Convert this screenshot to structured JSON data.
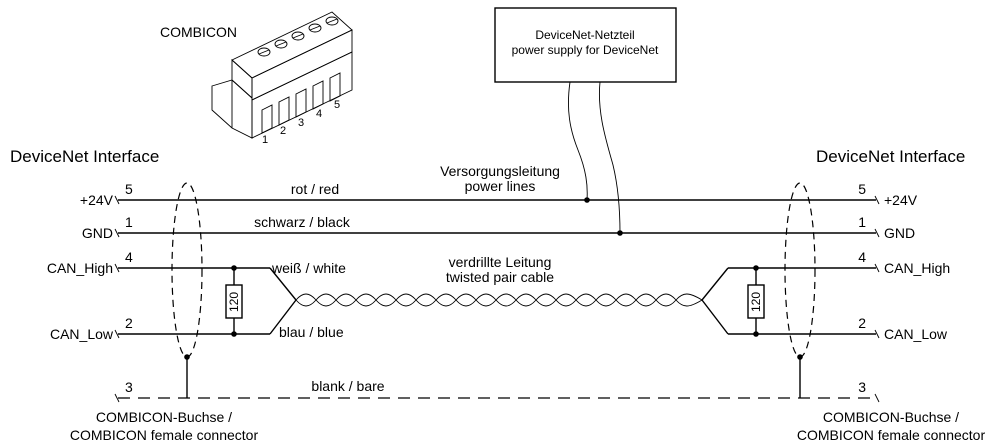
{
  "connector_picture": {
    "label": "COMBICON",
    "pin_numbers": [
      "1",
      "2",
      "3",
      "4",
      "5"
    ]
  },
  "power_supply": {
    "line1": "DeviceNet-Netzteil",
    "line2": "power supply for DeviceNet"
  },
  "left_interface": {
    "title": "DeviceNet Interface",
    "signals": [
      {
        "name": "+24V",
        "pin": "5"
      },
      {
        "name": "GND",
        "pin": "1"
      },
      {
        "name": "CAN_High",
        "pin": "4"
      },
      {
        "name": "CAN_Low",
        "pin": "2"
      },
      {
        "name": "",
        "pin": "3"
      }
    ],
    "connector_line1": "COMBICON-Buchse /",
    "connector_line2": "COMBICON female connector"
  },
  "right_interface": {
    "title": "DeviceNet Interface",
    "signals": [
      {
        "name": "+24V",
        "pin": "5"
      },
      {
        "name": "GND",
        "pin": "1"
      },
      {
        "name": "CAN_High",
        "pin": "4"
      },
      {
        "name": "CAN_Low",
        "pin": "2"
      },
      {
        "name": "",
        "pin": "3"
      }
    ],
    "connector_line1": "COMBICON-Buchse /",
    "connector_line2": "COMBICON female connector"
  },
  "wires": {
    "power_label": "rot / red",
    "ground_label": "schwarz / black",
    "can_high_label": "weiß / white",
    "can_low_label": "blau / blue",
    "shield_label": "blank / bare",
    "supply_line1": "Versorgungsleitung",
    "supply_line2": "power lines",
    "twisted_line1": "verdrillte Leitung",
    "twisted_line2": "twisted pair cable"
  },
  "resistor_value": "120"
}
